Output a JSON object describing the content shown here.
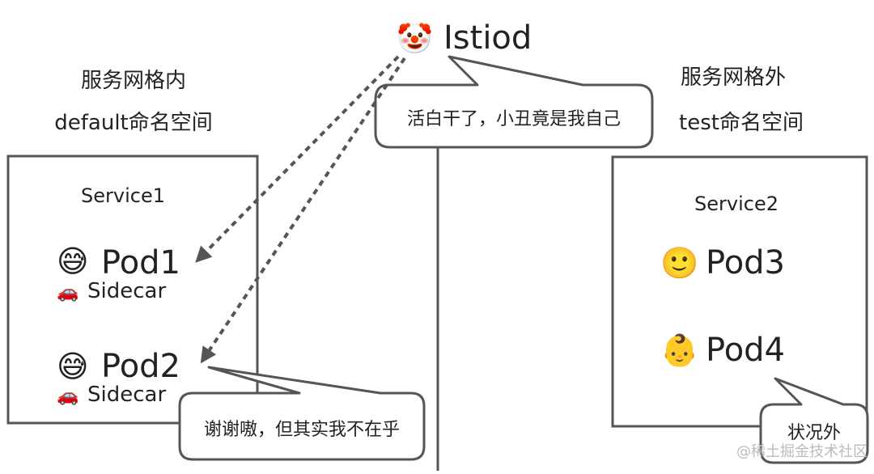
{
  "istiod": {
    "icon": "🤡",
    "label": "Istiod"
  },
  "inside_zone": {
    "title": "服务网格内",
    "namespace": "default命名空间"
  },
  "outside_zone": {
    "title": "服务网格外",
    "namespace": "test命名空间"
  },
  "istiod_bubble": {
    "text": "活白干了，小丑竟是我自己"
  },
  "service1": {
    "label": "Service1",
    "pods": [
      {
        "icon": "😅",
        "label": "Pod1",
        "sidecar_icon": "🚗",
        "sidecar": "Sidecar"
      },
      {
        "icon": "😅",
        "label": "Pod2",
        "sidecar_icon": "🚗",
        "sidecar": "Sidecar"
      }
    ]
  },
  "service2": {
    "label": "Service2",
    "pods": [
      {
        "icon": "🙂",
        "label": "Pod3"
      },
      {
        "icon": "👶",
        "label": "Pod4"
      }
    ]
  },
  "pod2_bubble": {
    "text": "谢谢嗷，但其实我不在乎"
  },
  "pod4_bubble": {
    "text": "状况外"
  },
  "watermark": "@稀土掘金技术社区",
  "colors": {
    "stroke": "#555555",
    "text": "#222222",
    "watermark": "#bbbbbb"
  }
}
